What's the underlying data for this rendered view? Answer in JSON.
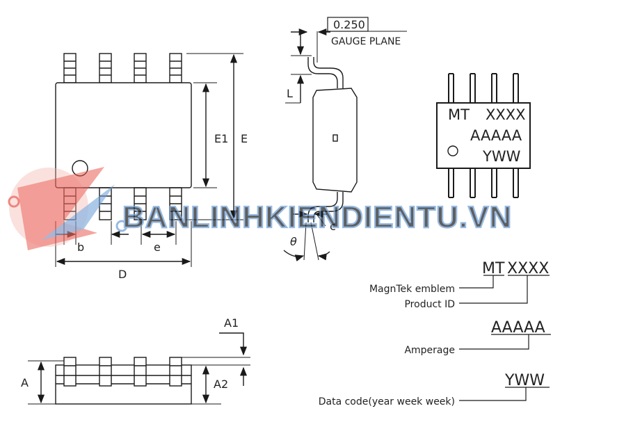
{
  "top_view": {
    "dim_b": "b",
    "dim_e": "e",
    "dim_D": "D",
    "dim_E1": "E1",
    "dim_E": "E"
  },
  "side_view": {
    "gauge_value": "0.250",
    "gauge_label": "GAUGE PLANE",
    "dim_L": "L",
    "dim_c": "c",
    "dim_theta": "θ"
  },
  "front_view": {
    "dim_A": "A",
    "dim_A1": "A1",
    "dim_A2": "A2"
  },
  "marking": {
    "line1_left": "MT",
    "line1_right": "XXXX",
    "line2": "AAAAA",
    "line3": "YWW"
  },
  "legend": {
    "code_mt": "MT",
    "code_xxxx": "XXXX",
    "emblem_label": "MagnTek emblem",
    "product_label": "Product ID",
    "amperage_code": "AAAAA",
    "amperage_label": "Amperage",
    "date_code": "YWW",
    "date_label": "Data code(year week week)"
  },
  "watermark": {
    "text": "BANLINHKIENDIENTU.VN"
  },
  "colors": {
    "line": "#1a1a1a",
    "watermark_red": "#e8584e",
    "watermark_blue": "#6fa0d8"
  }
}
